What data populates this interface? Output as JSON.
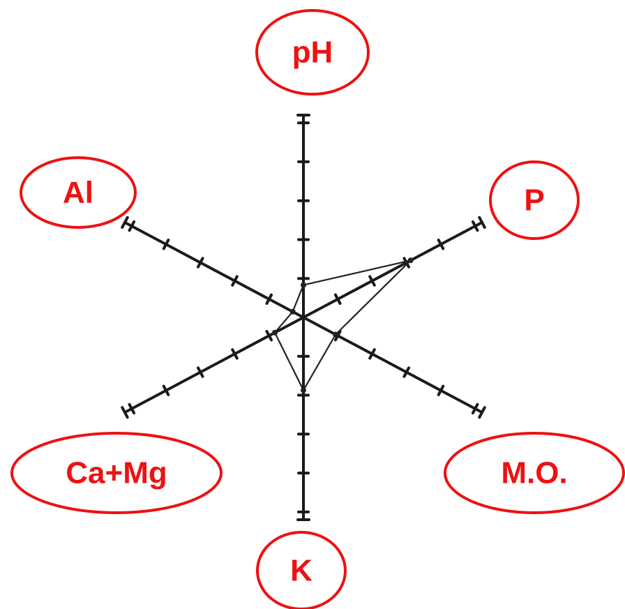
{
  "chart_data": {
    "type": "radar",
    "title": "",
    "grid": false,
    "label_color": "#ee1111",
    "line_color": "#1a1a1a",
    "ticks_per_axis": 5,
    "axis_range": [
      0,
      5
    ],
    "axes": [
      {
        "key": "ph",
        "label": "pH"
      },
      {
        "key": "p",
        "label": "P"
      },
      {
        "key": "mo",
        "label": "M.O."
      },
      {
        "key": "k",
        "label": "K"
      },
      {
        "key": "camg",
        "label": "Ca+Mg"
      },
      {
        "key": "al",
        "label": "Al"
      }
    ],
    "series": [
      {
        "values": [
          0.8,
          3.0,
          0.9,
          1.8,
          0.8,
          0.3
        ]
      }
    ]
  }
}
